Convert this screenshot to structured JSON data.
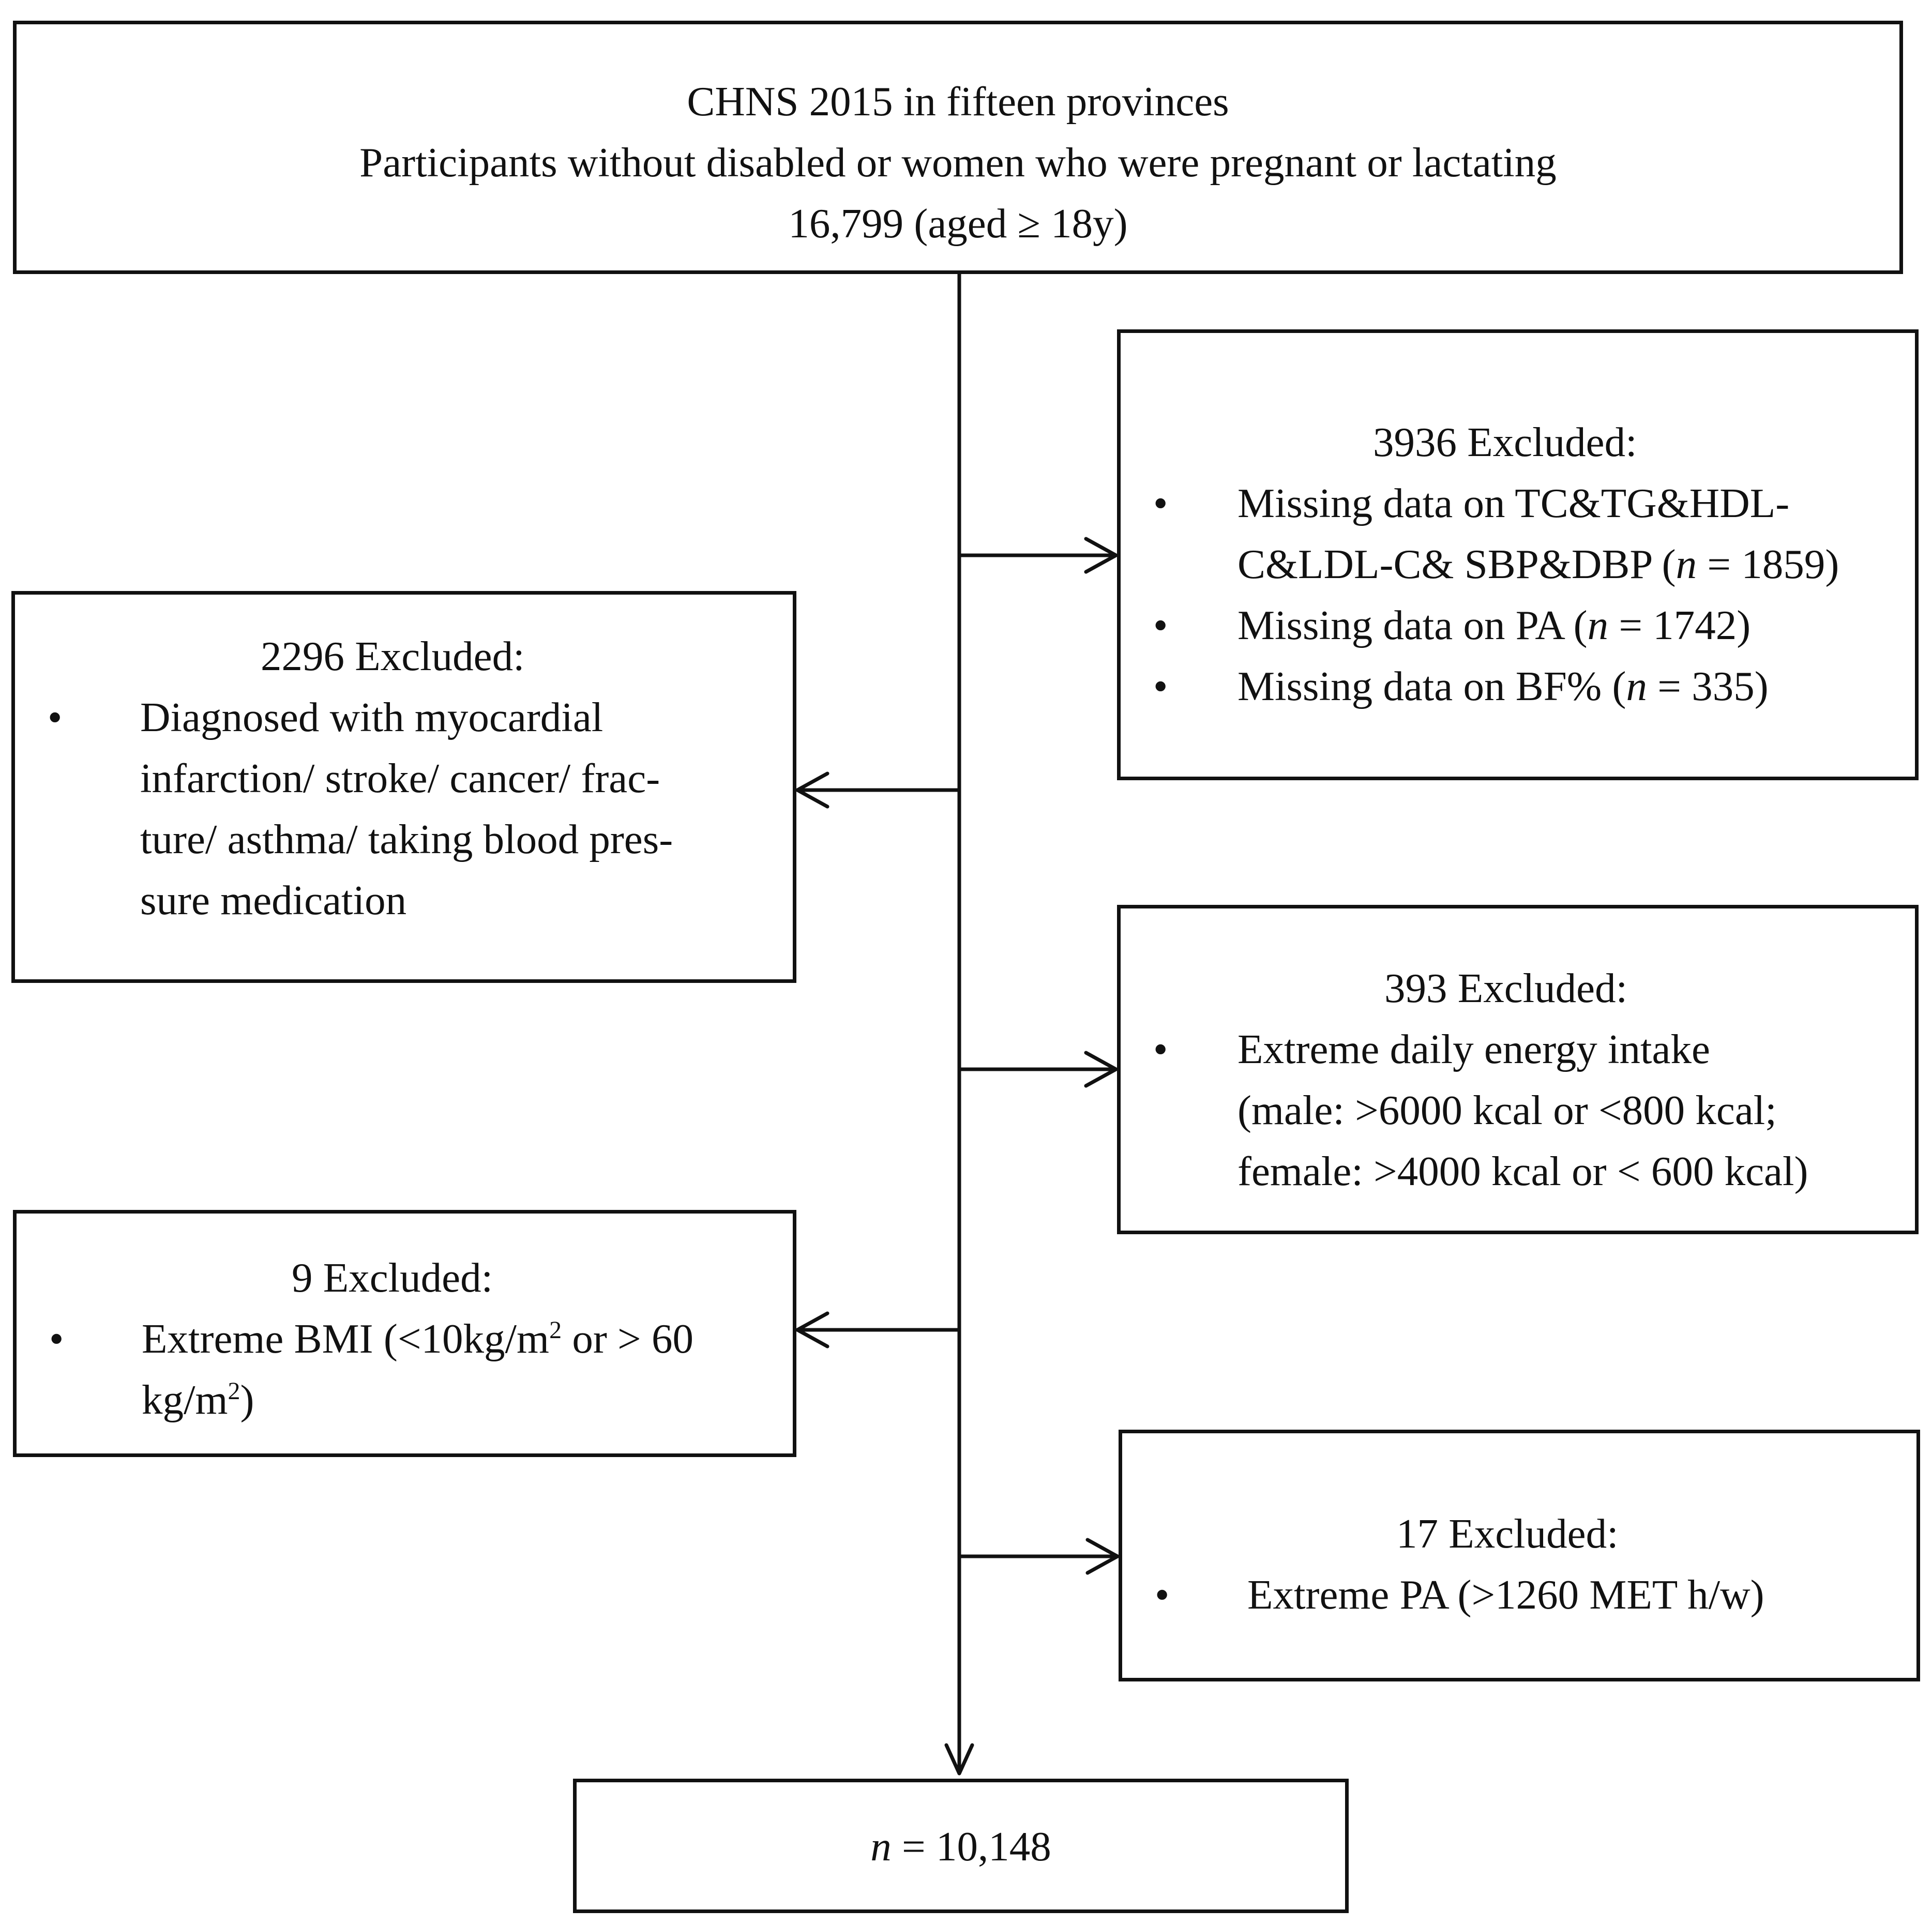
{
  "diagram": {
    "top": {
      "line1": "CHNS 2015 in fifteen provinces",
      "line2": "Participants without disabled or women who were pregnant or lactating",
      "line3": "16,799 (aged ≥ 18y)"
    },
    "exclusion_3936": {
      "heading": "3936 Excluded:",
      "item1_line1": "Missing data on TC&TG&HDL-",
      "item1_line2_pre": "C&LDL-C& SBP&DBP (",
      "item1_n": "n",
      "item1_line2_post": " = 1859)",
      "item2_pre": "Missing data on PA (",
      "item2_n": "n",
      "item2_post": " = 1742)",
      "item3_pre": "Missing data on BF% (",
      "item3_n": "n",
      "item3_post": " = 335)"
    },
    "exclusion_2296": {
      "heading": "2296 Excluded:",
      "item_line1": "Diagnosed with myocardial",
      "item_line2": "infarction/ stroke/ cancer/ frac-",
      "item_line3": "ture/ asthma/ taking blood pres-",
      "item_line4": "sure medication"
    },
    "exclusion_393": {
      "heading": "393 Excluded:",
      "item_line1": "Extreme daily energy intake",
      "item_line2": "(male: >6000 kcal or <800 kcal;",
      "item_line3": "female: >4000 kcal or < 600 kcal)"
    },
    "exclusion_9": {
      "heading": "9 Excluded:",
      "item_line1_pre": "Extreme BMI (<10kg/m",
      "item_line1_sup": "2",
      "item_line1_post": " or > 60",
      "item_line2_pre": "kg/m",
      "item_line2_sup": "2",
      "item_line2_post": ")"
    },
    "exclusion_17": {
      "heading": "17 Excluded:",
      "item_line1": "Extreme PA (>1260 MET h/w)"
    },
    "final": {
      "n": "n",
      "value": " = 10,148"
    },
    "bullet": "•"
  }
}
